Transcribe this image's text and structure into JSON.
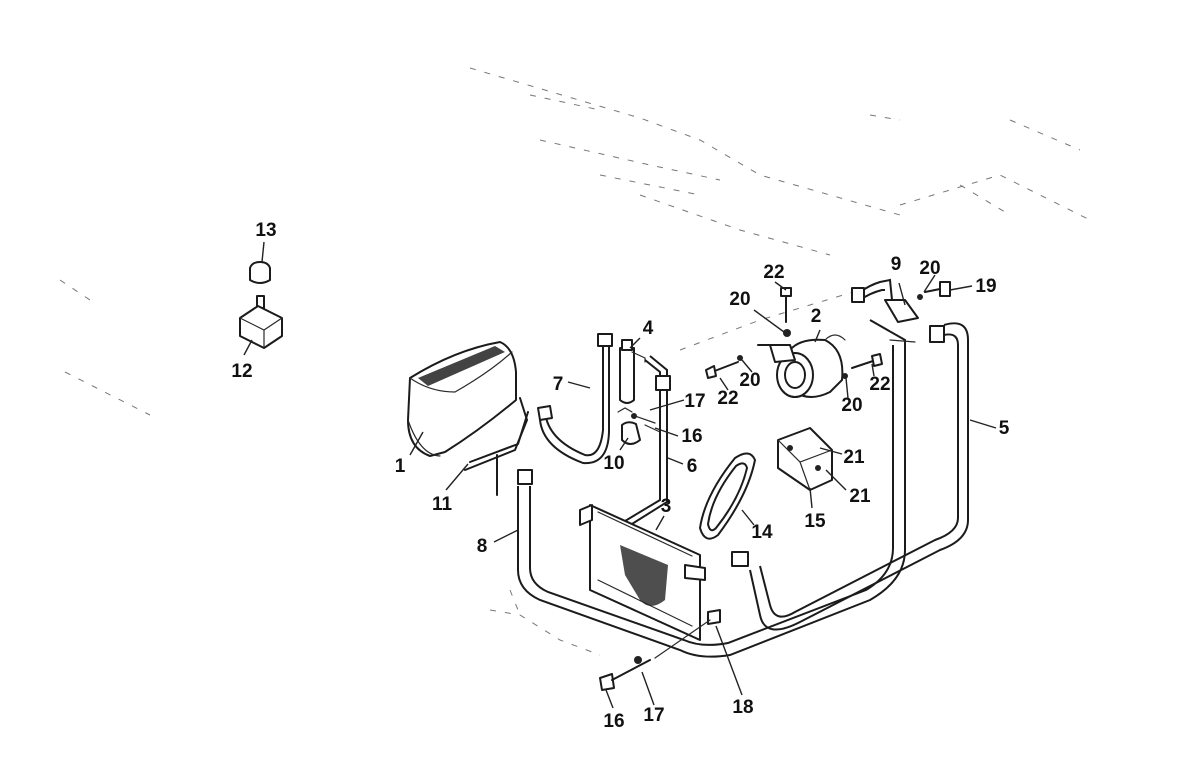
{
  "callouts": [
    {
      "id": "c1",
      "label": "1"
    },
    {
      "id": "c2",
      "label": "2"
    },
    {
      "id": "c3",
      "label": "3"
    },
    {
      "id": "c4",
      "label": "4"
    },
    {
      "id": "c5",
      "label": "5"
    },
    {
      "id": "c6",
      "label": "6"
    },
    {
      "id": "c7",
      "label": "7"
    },
    {
      "id": "c8",
      "label": "8"
    },
    {
      "id": "c9",
      "label": "9"
    },
    {
      "id": "c10",
      "label": "10"
    },
    {
      "id": "c11",
      "label": "11"
    },
    {
      "id": "c12",
      "label": "12"
    },
    {
      "id": "c13",
      "label": "13"
    },
    {
      "id": "c14",
      "label": "14"
    },
    {
      "id": "c15",
      "label": "15"
    },
    {
      "id": "c16a",
      "label": "16"
    },
    {
      "id": "c16b",
      "label": "16"
    },
    {
      "id": "c17a",
      "label": "17"
    },
    {
      "id": "c17b",
      "label": "17"
    },
    {
      "id": "c18",
      "label": "18"
    },
    {
      "id": "c19",
      "label": "19"
    },
    {
      "id": "c20a",
      "label": "20"
    },
    {
      "id": "c20b",
      "label": "20"
    },
    {
      "id": "c20c",
      "label": "20"
    },
    {
      "id": "c20d",
      "label": "20"
    },
    {
      "id": "c21a",
      "label": "21"
    },
    {
      "id": "c21b",
      "label": "21"
    },
    {
      "id": "c22a",
      "label": "22"
    },
    {
      "id": "c22b",
      "label": "22"
    },
    {
      "id": "c22c",
      "label": "22"
    }
  ]
}
